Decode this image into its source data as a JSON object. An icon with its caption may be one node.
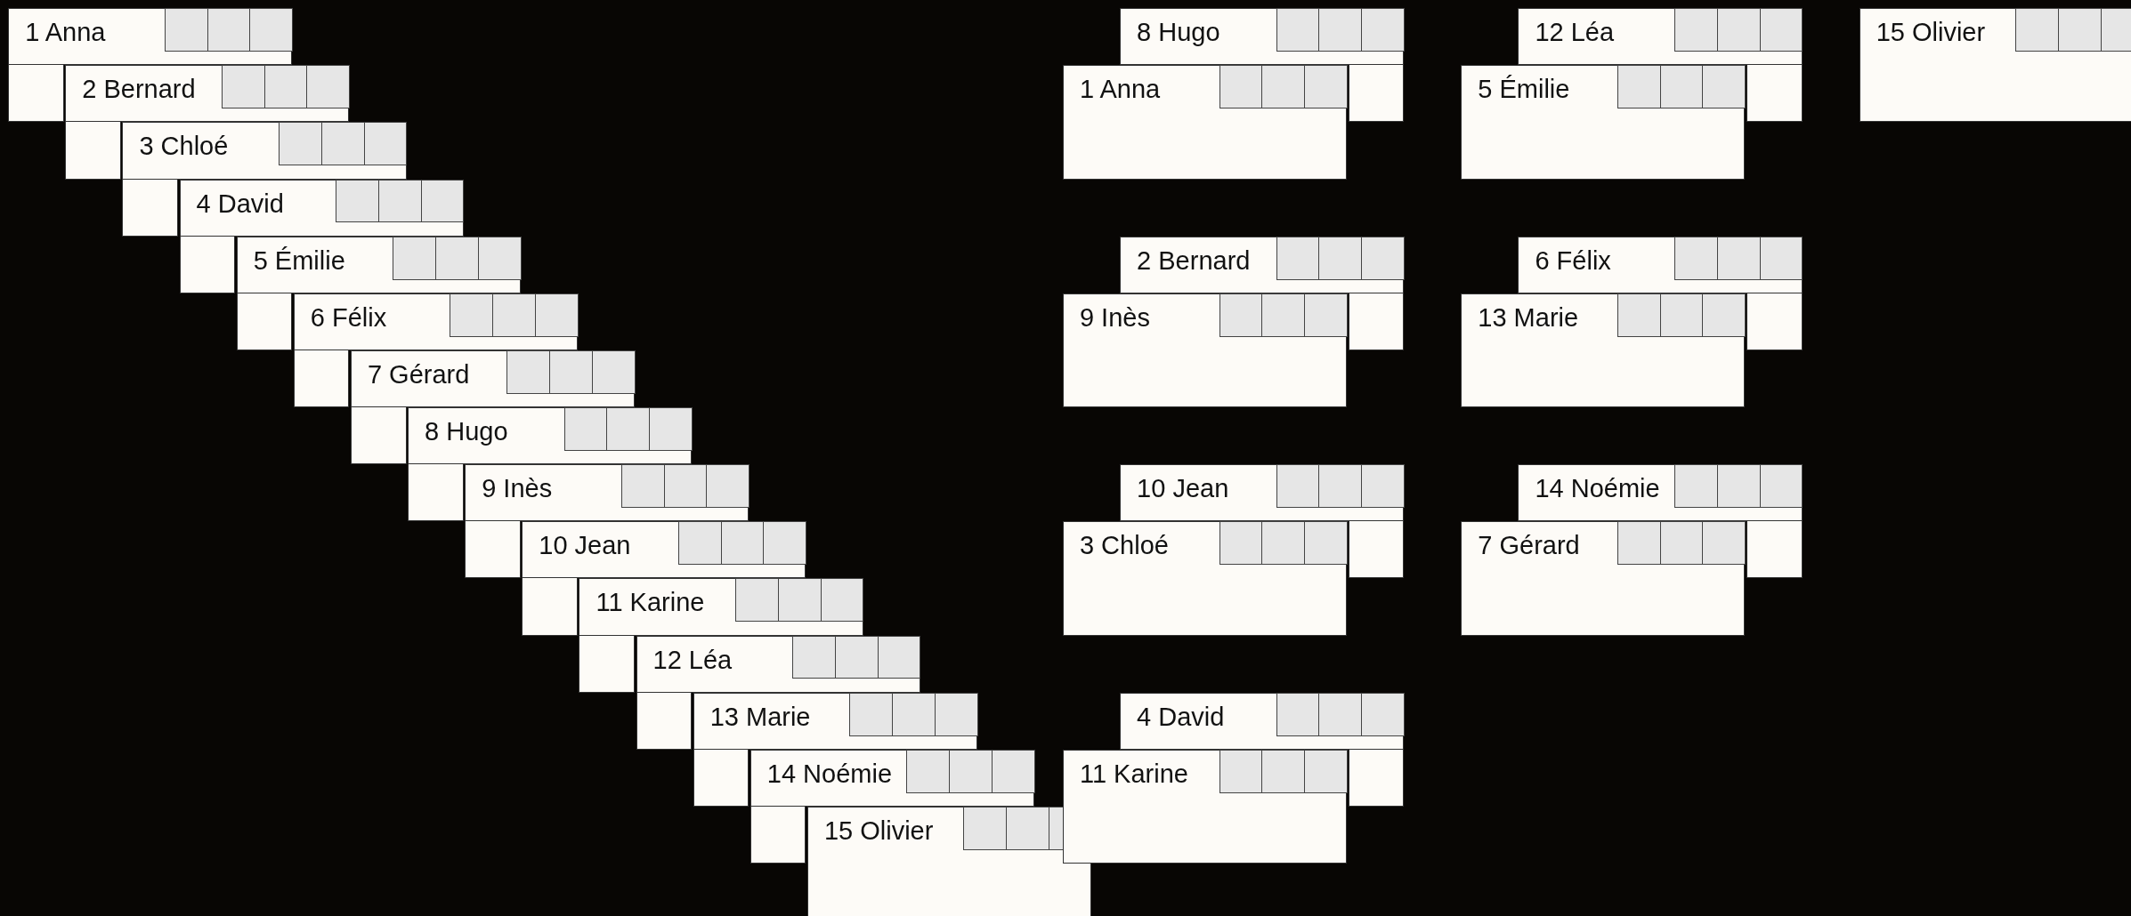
{
  "diagram": {
    "nodes": [
      {
        "text": [
          "1 Anna"
        ]
      },
      {
        "text": [
          "2 Bernard"
        ]
      },
      {
        "text": [
          "3 Chloé"
        ]
      },
      {
        "text": [
          "4 David"
        ]
      },
      {
        "text": [
          "5 Émilie"
        ]
      },
      {
        "text": [
          "6 Félix"
        ]
      },
      {
        "text": [
          "7 Gérard"
        ]
      },
      {
        "text": [
          "8 Hugo"
        ]
      },
      {
        "text": [
          "9 Inès"
        ]
      },
      {
        "text": [
          "10 Jean"
        ]
      },
      {
        "text": [
          "11 Karine"
        ]
      },
      {
        "text": [
          "12 Léa"
        ]
      },
      {
        "text": [
          "13 Marie"
        ]
      },
      {
        "text": [
          "14 Noémie"
        ]
      },
      {
        "text": [
          "15 Olivier"
        ]
      },
      {
        "text": [
          "8 Hugo"
        ]
      },
      {
        "text": [
          "1 Anna"
        ]
      },
      {
        "text": [
          "2 Bernard"
        ]
      },
      {
        "text": [
          "9 Inès"
        ]
      },
      {
        "text": [
          "10 Jean"
        ]
      },
      {
        "text": [
          "3 Chloé"
        ]
      },
      {
        "text": [
          "4 David"
        ]
      },
      {
        "text": [
          "11 Karine"
        ]
      },
      {
        "text": [
          "12 Léa"
        ]
      },
      {
        "text": [
          "5 Émilie"
        ]
      },
      {
        "text": [
          "6 Félix"
        ]
      },
      {
        "text": [
          "13 Marie"
        ]
      },
      {
        "text": [
          "14 Noémie"
        ]
      },
      {
        "text": [
          "7 Gérard"
        ]
      },
      {
        "text": [
          "15 Olivier"
        ]
      }
    ],
    "edges": []
  }
}
